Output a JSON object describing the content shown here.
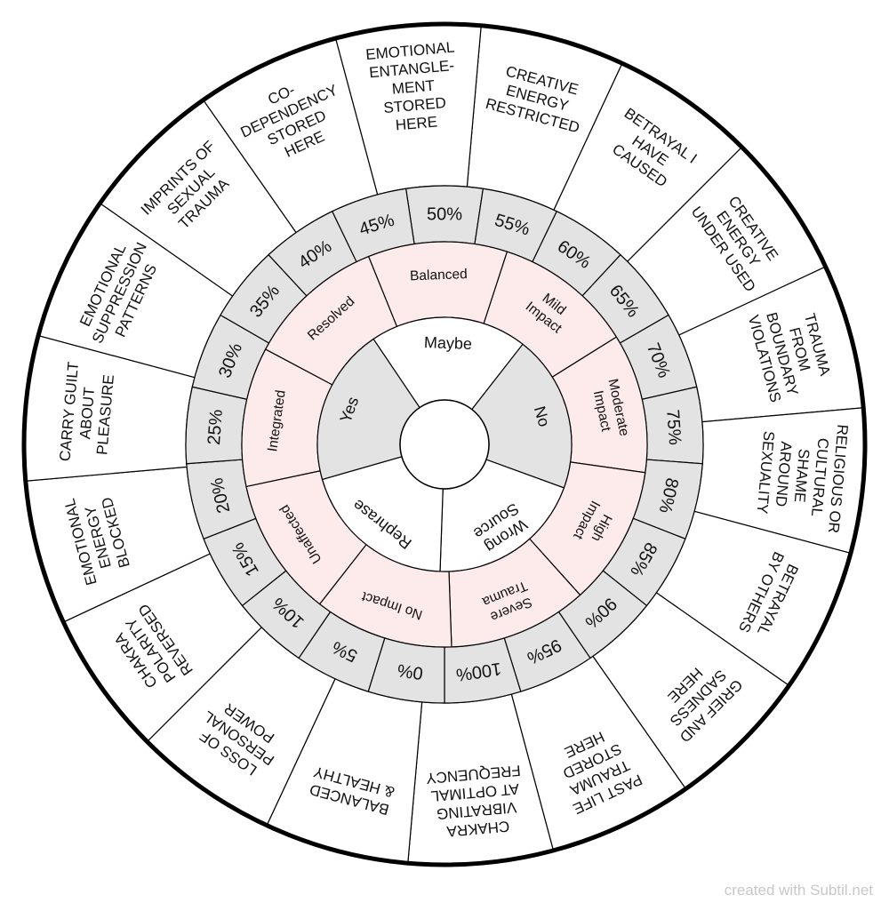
{
  "colors": {
    "outer_ring": "#ffffff",
    "percent_ring": "#e3e3e3",
    "status_ring": "#fdeaea",
    "answer_gray": "#e3e3e3",
    "answer_white": "#ffffff",
    "stroke": "#000000"
  },
  "outer_ring": [
    {
      "lines": [
        "CREATIVE",
        "ENERGY",
        "RESTRICTED"
      ]
    },
    {
      "lines": [
        "BETRAYAL I",
        "HAVE",
        "CAUSED"
      ]
    },
    {
      "lines": [
        "CREATIVE",
        "ENERGY",
        "UNDER USED"
      ]
    },
    {
      "lines": [
        "TRAUMA",
        "FROM",
        "BOUNDARY",
        "VIOLATIONS"
      ]
    },
    {
      "lines": [
        "RELIGIOUS OR",
        "CULTURAL",
        "SHAME",
        "AROUND",
        "SEXUALITY"
      ]
    },
    {
      "lines": [
        "BETRAYAL",
        "BY OTHERS"
      ]
    },
    {
      "lines": [
        "GRIEF AND",
        "SADNESS",
        "HERE"
      ]
    },
    {
      "lines": [
        "PAST LIFE",
        "TRAUMA",
        "STORED",
        "HERE"
      ]
    },
    {
      "lines": [
        "CHAKRA",
        "VIBRATING",
        "AT OPTIMAL",
        "FREQUENCY"
      ]
    },
    {
      "lines": [
        "BALANCED",
        "& HEALTHY"
      ]
    },
    {
      "lines": [
        "LOSS OF",
        "PERSONAL",
        "POWER"
      ]
    },
    {
      "lines": [
        "CHAKRA",
        "POLARITY",
        "REVERSED"
      ]
    },
    {
      "lines": [
        "EMOTIONAL",
        "ENERGY",
        "BLOCKED"
      ]
    },
    {
      "lines": [
        "CARRY GUILT",
        "ABOUT",
        "PLEASURE"
      ]
    },
    {
      "lines": [
        "EMOTIONAL",
        "SUPPRESSION",
        "PATTERNS"
      ]
    },
    {
      "lines": [
        "IMPRINTS OF",
        "SEXUAL",
        "TRAUMA"
      ]
    },
    {
      "lines": [
        "CO-",
        "DEPENDENCY",
        "STORED",
        "HERE"
      ]
    },
    {
      "lines": [
        "EMOTIONAL",
        "ENTANGLE-",
        "MENT",
        "STORED",
        "HERE"
      ]
    }
  ],
  "percent_ring": [
    "50%",
    "55%",
    "60%",
    "65%",
    "70%",
    "75%",
    "80%",
    "85%",
    "90%",
    "95%",
    "100%",
    "0%",
    "5%",
    "10%",
    "15%",
    "20%",
    "25%",
    "30%",
    "35%",
    "40%",
    "45%"
  ],
  "status_ring": [
    {
      "lines": [
        "Balanced"
      ]
    },
    {
      "lines": [
        "Mild",
        "Impact"
      ]
    },
    {
      "lines": [
        "Moderate",
        "Impact"
      ]
    },
    {
      "lines": [
        "High",
        "Impact"
      ]
    },
    {
      "lines": [
        "Severe",
        "Trauma"
      ]
    },
    {
      "lines": [
        "No Impact"
      ]
    },
    {
      "lines": [
        "Unaffected"
      ]
    },
    {
      "lines": [
        "Integrated"
      ]
    },
    {
      "lines": [
        "Resolved"
      ]
    }
  ],
  "answer_ring": [
    {
      "label": "Maybe",
      "shade": "white"
    },
    {
      "label": "No",
      "shade": "gray"
    },
    {
      "lines": [
        "Wrong",
        "Source"
      ],
      "shade": "white"
    },
    {
      "label": "Rephrase",
      "shade": "white"
    },
    {
      "label": "Yes",
      "shade": "gray"
    }
  ],
  "credit": "created with Subtil.net"
}
